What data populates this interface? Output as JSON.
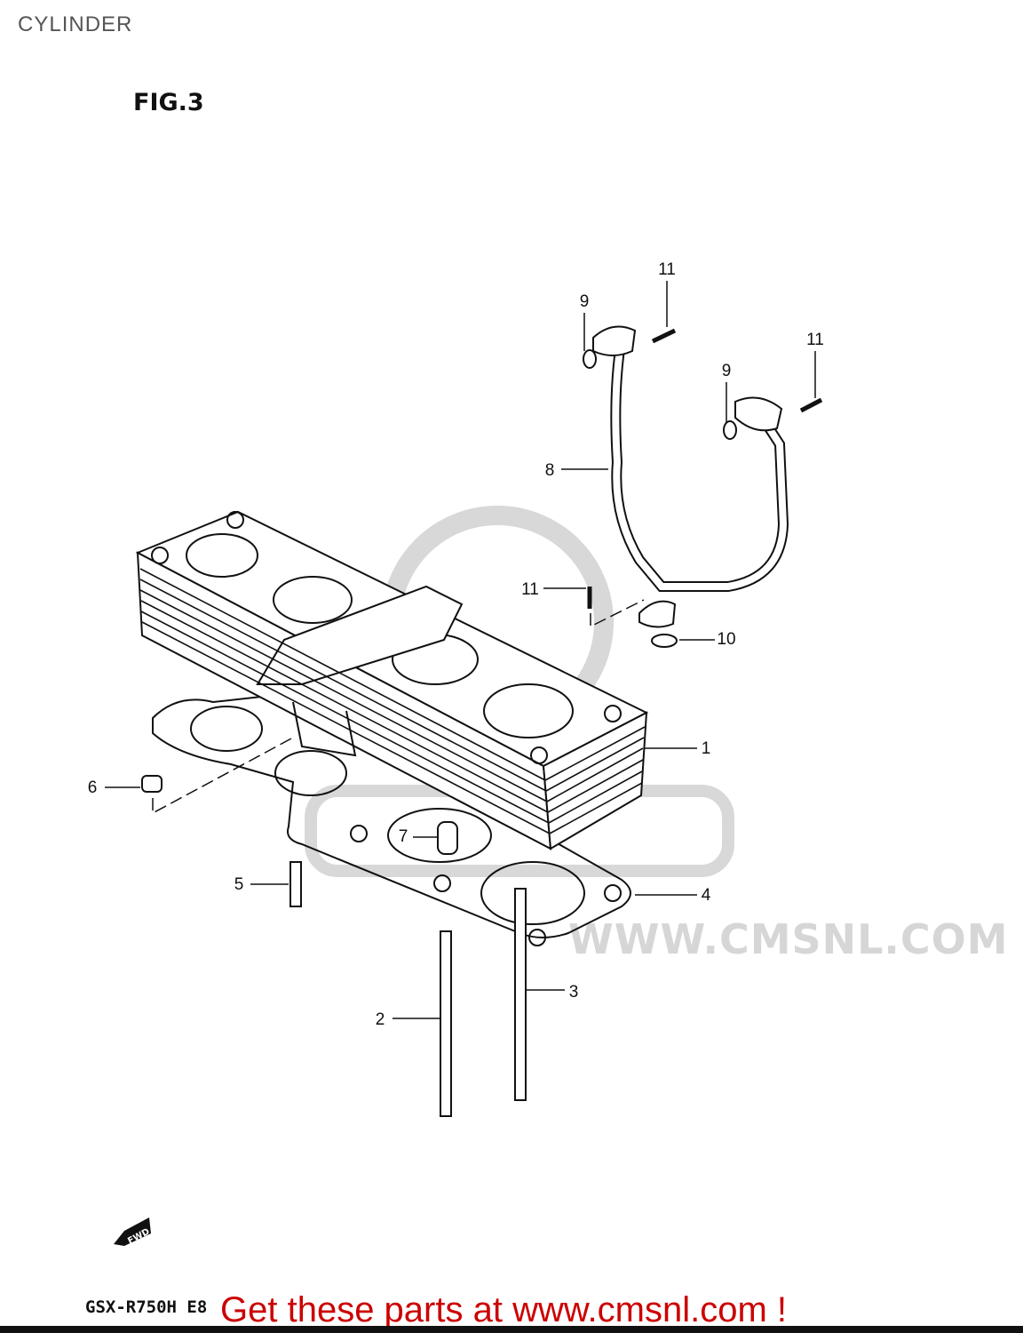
{
  "header": {
    "title": "CYLINDER",
    "figure": "FIG.3"
  },
  "callouts": [
    {
      "label": "11"
    },
    {
      "label": "9"
    },
    {
      "label": "11"
    },
    {
      "label": "9"
    },
    {
      "label": "8"
    },
    {
      "label": "11"
    },
    {
      "label": "10"
    },
    {
      "label": "1"
    },
    {
      "label": "6"
    },
    {
      "label": "7"
    },
    {
      "label": "5"
    },
    {
      "label": "4"
    },
    {
      "label": "3"
    },
    {
      "label": "2"
    }
  ],
  "fwd_marker": "FWD",
  "watermark": {
    "text": "WWW.CMSNL.COM"
  },
  "footer": {
    "model": "GSX-R750H E8",
    "promo": "Get these parts at www.cmsnl.com !",
    "promo_color": "#cc0000"
  }
}
